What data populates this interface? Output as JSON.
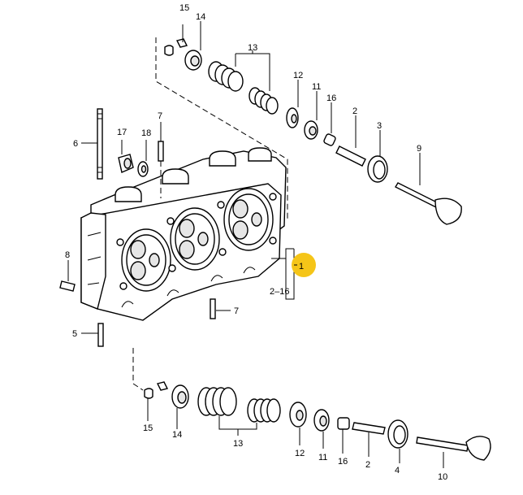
{
  "callouts": {
    "top_15": "15",
    "top_14": "14",
    "top_13": "13",
    "top_12": "12",
    "top_11": "11",
    "top_16": "16",
    "top_2": "2",
    "top_3": "3",
    "top_9": "9",
    "side_6": "6",
    "side_17": "17",
    "side_18": "18",
    "side_7a": "7",
    "side_8": "8",
    "side_1": "1",
    "side_range": "2–16",
    "side_7b": "7",
    "side_5": "5",
    "bot_15": "15",
    "bot_14": "14",
    "bot_13": "13",
    "bot_12": "12",
    "bot_11": "11",
    "bot_16": "16",
    "bot_2": "2",
    "bot_4": "4",
    "bot_10": "10"
  },
  "highlight": {
    "part": "1",
    "color": "#f5c518"
  }
}
